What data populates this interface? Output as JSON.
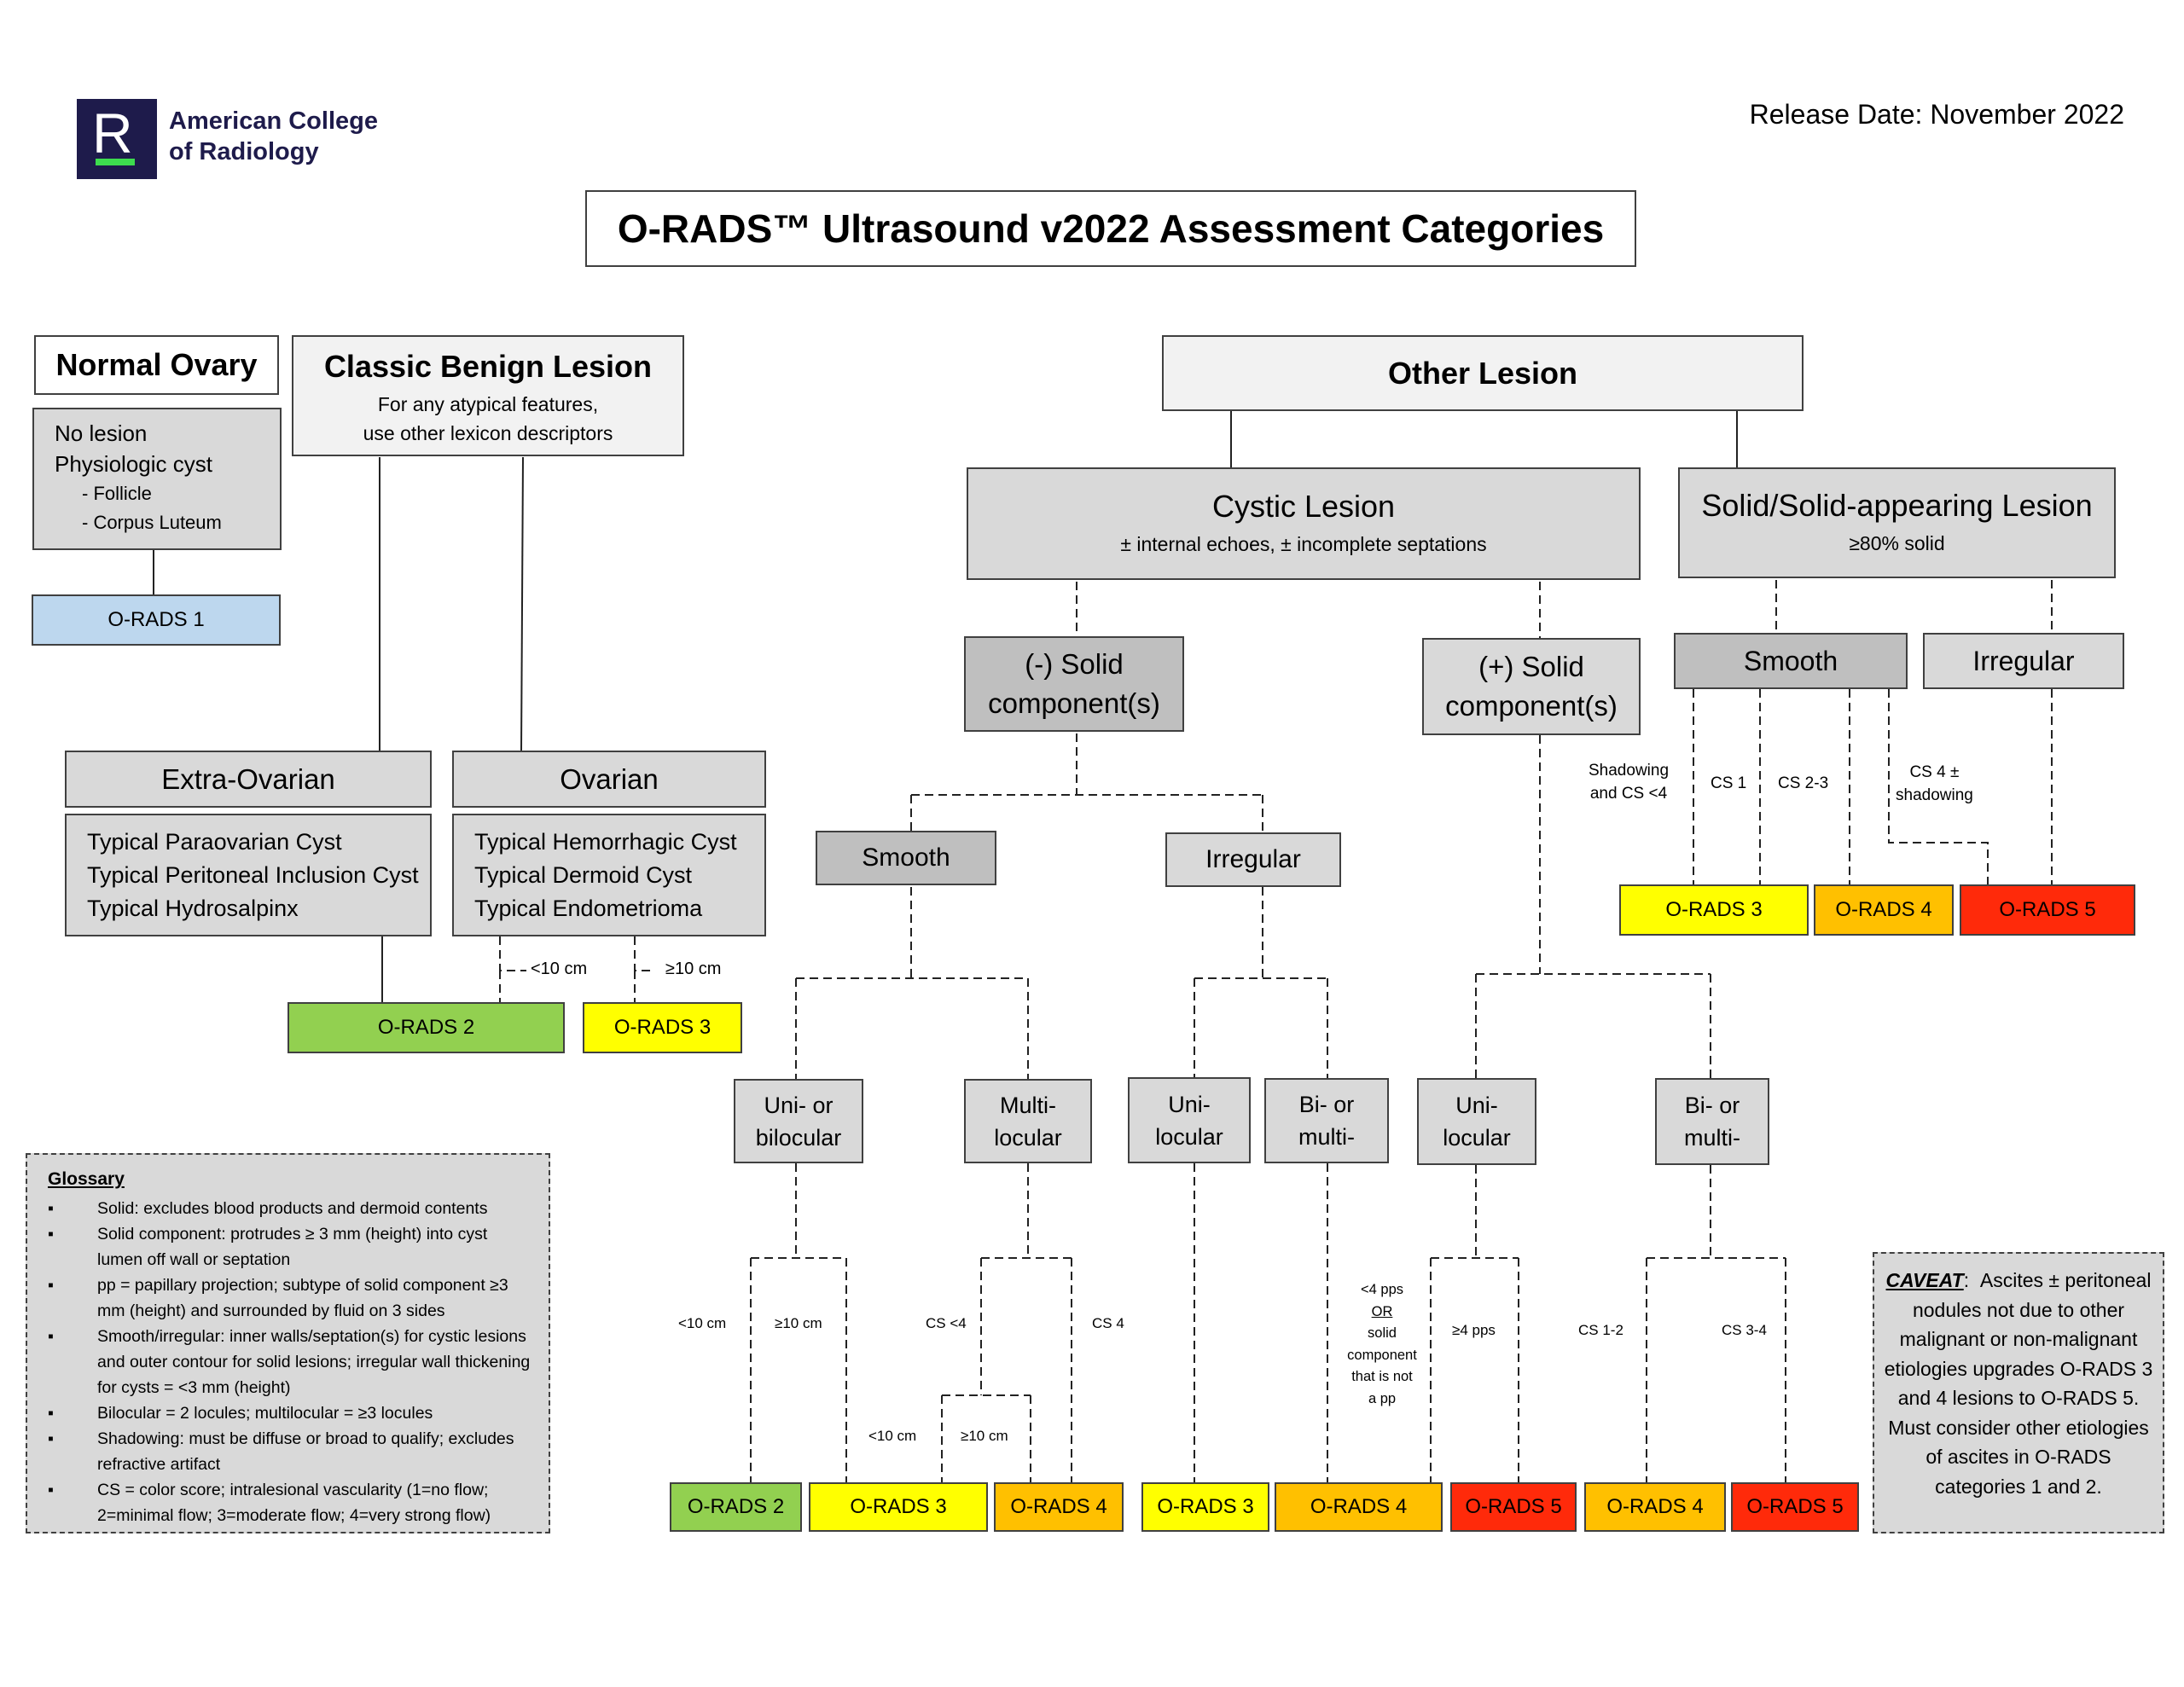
{
  "logo": {
    "line1": "American College",
    "line2": "of Radiology",
    "mark": "R"
  },
  "release_date": "Release Date: November 2022",
  "title": "O-RADS™ Ultrasound v2022 Assessment Categories",
  "normal_ovary": {
    "header": "Normal Ovary",
    "items": [
      "No lesion",
      "Physiologic cyst",
      "- Follicle",
      "- Corpus Luteum"
    ],
    "result": "O-RADS 1"
  },
  "classic_benign": {
    "header": "Classic Benign Lesion",
    "sub1": "For any atypical features,",
    "sub2": "use other lexicon descriptors",
    "extra_ovarian": {
      "header": "Extra-Ovarian",
      "items": [
        "Typical Paraovarian Cyst",
        "Typical Peritoneal Inclusion Cyst",
        "Typical Hydrosalpinx"
      ]
    },
    "ovarian": {
      "header": "Ovarian",
      "items": [
        "Typical Hemorrhagic Cyst",
        "Typical Dermoid Cyst",
        "Typical Endometrioma"
      ]
    },
    "label_lt10": "<10 cm",
    "label_ge10": "≥10 cm",
    "result_2": "O-RADS 2",
    "result_3": "O-RADS 3"
  },
  "other_lesion": {
    "header": "Other Lesion",
    "cystic": {
      "header": "Cystic Lesion",
      "sub": "± internal echoes, ± incomplete septations",
      "neg_solid_1": "(-) Solid",
      "neg_solid_2": "component(s)",
      "pos_solid_1": "(+) Solid",
      "pos_solid_2": "component(s)",
      "smooth": "Smooth",
      "irregular": "Irregular",
      "uni_bi_1": "Uni- or",
      "uni_bi_2": "bilocular",
      "multi_1": "Multi-",
      "multi_2": "locular",
      "uni_1": "Uni-",
      "uni_2": "locular",
      "bi_1": "Bi- or",
      "bi_2": "multi-",
      "lbl_lt10": "<10 cm",
      "lbl_ge10": "≥10 cm",
      "lbl_cs_lt4": "CS <4",
      "lbl_cs4": "CS 4",
      "lbl_pps": [
        "<4 pps",
        "OR",
        "solid",
        "component",
        "that is not",
        "a pp"
      ],
      "lbl_ge4pps": "≥4 pps",
      "lbl_cs12": "CS 1-2",
      "lbl_cs34": "CS 3-4",
      "results": [
        "O-RADS 2",
        "O-RADS 3",
        "O-RADS 4",
        "O-RADS 3",
        "O-RADS 4",
        "O-RADS 5",
        "O-RADS 4",
        "O-RADS 5"
      ]
    },
    "solid": {
      "header": "Solid/Solid-appearing Lesion",
      "sub": "≥80% solid",
      "smooth": "Smooth",
      "irregular": "Irregular",
      "lbl_shadow_1": "Shadowing",
      "lbl_shadow_2": "and CS <4",
      "lbl_cs1": "CS 1",
      "lbl_cs23": "CS 2-3",
      "lbl_cs4_1": "CS 4 ±",
      "lbl_cs4_2": "shadowing",
      "results": [
        "O-RADS 3",
        "O-RADS 4",
        "O-RADS 5"
      ]
    }
  },
  "glossary": {
    "title": "Glossary",
    "items": [
      "Solid: excludes blood products and dermoid contents",
      "Solid component: protrudes ≥ 3 mm (height) into cyst lumen off wall or septation",
      "pp = papillary projection; subtype of solid component ≥3 mm (height) and surrounded by fluid on 3 sides",
      "Smooth/irregular: inner walls/septation(s) for cystic lesions and outer contour for solid lesions; irregular wall thickening for cysts = <3 mm (height)",
      "Bilocular = 2 locules; multilocular = ≥3 locules",
      "Shadowing: must be diffuse or broad to qualify; excludes refractive artifact",
      "CS = color score; intralesional vascularity (1=no flow; 2=minimal flow; 3=moderate flow; 4=very strong flow)"
    ]
  },
  "caveat": {
    "label": "CAVEAT",
    "text": "Ascites ± peritoneal nodules not due to other malignant or non-malignant etiologies upgrades O-RADS 3 and 4 lesions to O-RADS 5. Must consider other etiologies of ascites in O-RADS categories 1 and 2."
  }
}
